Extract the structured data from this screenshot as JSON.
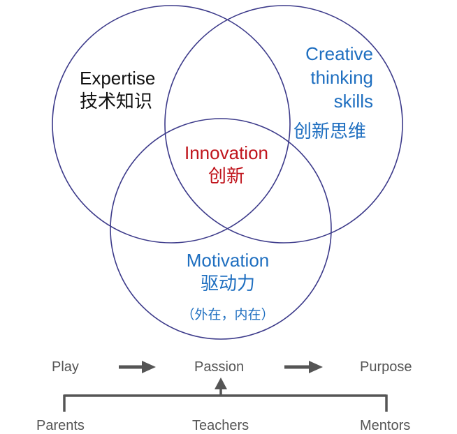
{
  "venn": {
    "expertise": {
      "en": "Expertise",
      "zh": "技术知识",
      "color": "#111111"
    },
    "creative": {
      "line1": "Creative",
      "line2": "thinking",
      "line3": "skills",
      "zh": "创新思维",
      "color": "#1f6fc0"
    },
    "innovation": {
      "en": "Innovation",
      "zh": "创新",
      "color": "#c0141c"
    },
    "motivation": {
      "en": "Motivation",
      "zh": "驱动力",
      "sub": "（外在，内在）",
      "color": "#1f6fc0"
    },
    "circle_color": "#3c3a8a"
  },
  "flow": {
    "play": "Play",
    "passion": "Passion",
    "purpose": "Purpose",
    "parents": "Parents",
    "teachers": "Teachers",
    "mentors": "Mentors",
    "arrow_color": "#555555"
  }
}
